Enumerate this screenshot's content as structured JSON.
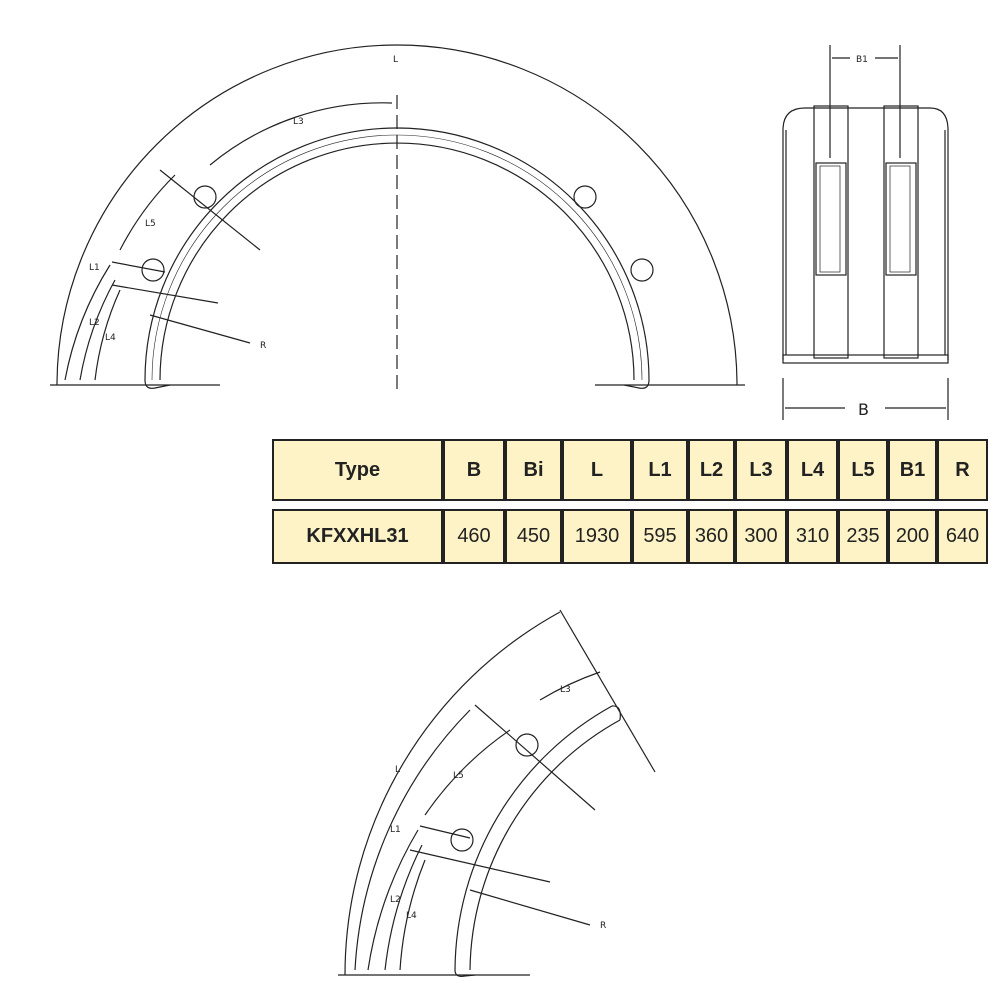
{
  "front_view": {
    "labels": {
      "L": "L",
      "L1": "L1",
      "L2": "L2",
      "L3": "L3",
      "L4": "L4",
      "L5": "L5",
      "R": "R"
    }
  },
  "side_view": {
    "labels": {
      "B": "B",
      "B1": "B1"
    }
  },
  "partial_view": {
    "labels": {
      "L": "L",
      "L1": "L1",
      "L2": "L2",
      "L3": "L3",
      "L4": "L4",
      "L5": "L5",
      "R": "R"
    }
  },
  "table": {
    "headers": [
      "Type",
      "B",
      "Bi",
      "L",
      "L1",
      "L2",
      "L3",
      "L4",
      "L5",
      "B1",
      "R"
    ],
    "rows": [
      [
        "KFXXHL31",
        "460",
        "450",
        "1930",
        "595",
        "360",
        "300",
        "310",
        "235",
        "200",
        "640"
      ]
    ]
  }
}
